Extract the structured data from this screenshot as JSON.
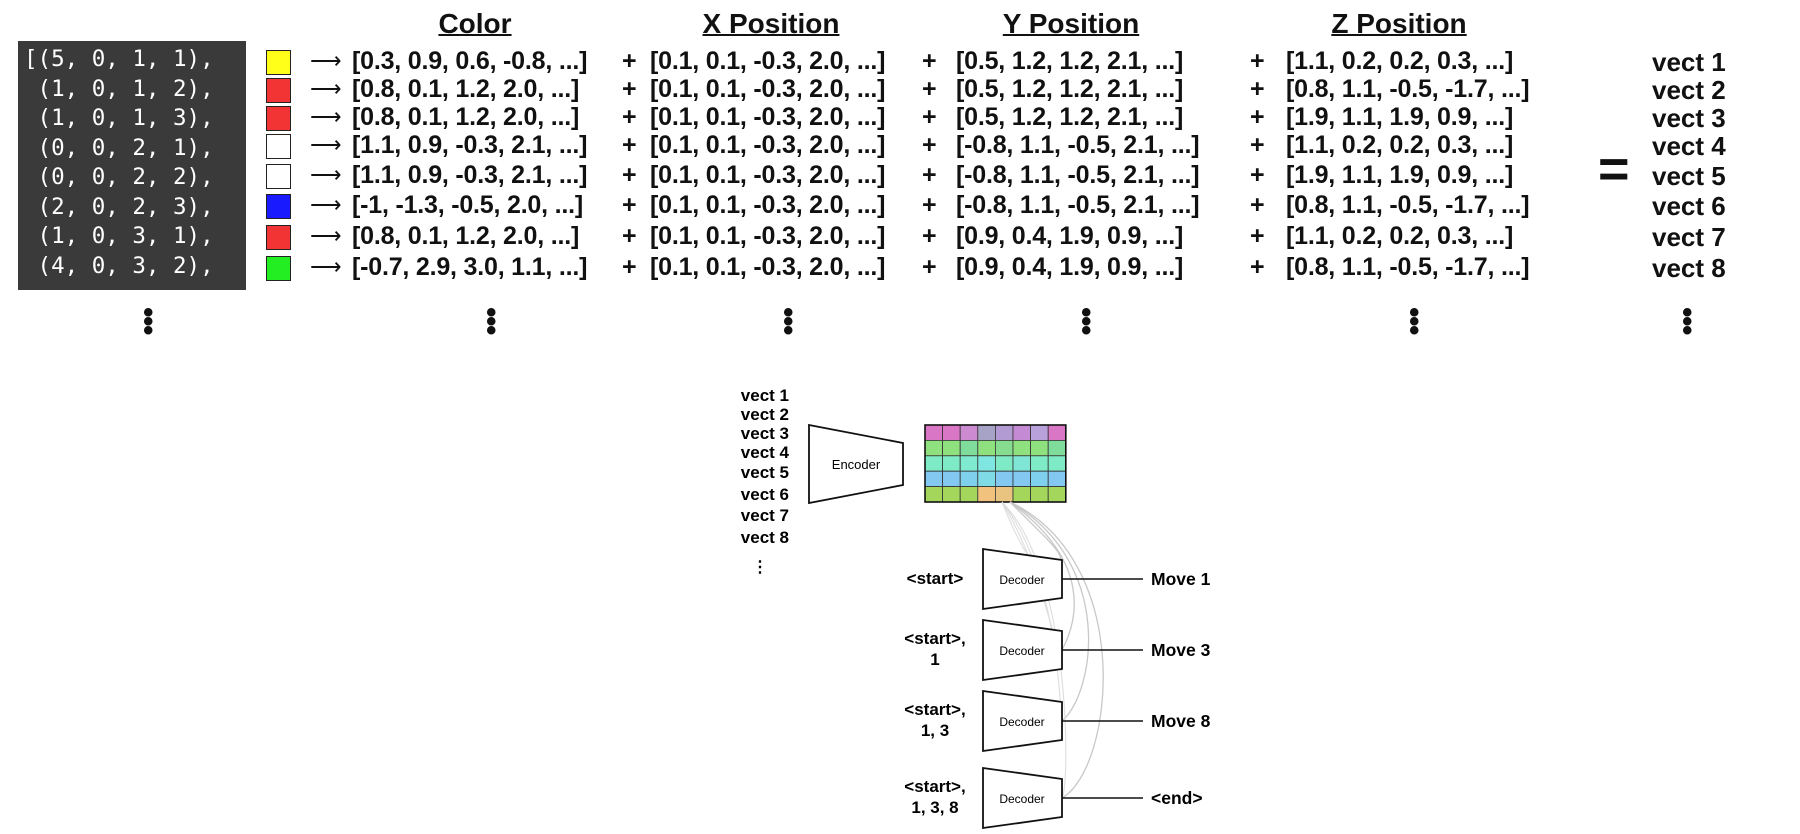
{
  "headers": {
    "color": "Color",
    "x": "X Position",
    "y": "Y Position",
    "z": "Z Position"
  },
  "input_lines": [
    "[(5, 0, 1, 1),",
    " (1, 0, 1, 2),",
    " (1, 0, 1, 3),",
    " (0, 0, 2, 1),",
    " (0, 0, 2, 2),",
    " (2, 0, 2, 3),",
    " (1, 0, 3, 1),",
    " (4, 0, 3, 2),"
  ],
  "rows": [
    {
      "swatch_color": "#ffff1a",
      "color": "[0.3, 0.9, 0.6, -0.8, ...]",
      "x": "[0.1, 0.1, -0.3, 2.0, ...]",
      "y": "[0.5, 1.2, 1.2, 2.1, ...]",
      "z": "[1.1, 0.2, 0.2, 0.3, ...]",
      "label": "vect 1"
    },
    {
      "swatch_color": "#f23434",
      "color": "[0.8, 0.1, 1.2, 2.0, ...]",
      "x": "[0.1, 0.1, -0.3, 2.0, ...]",
      "y": "[0.5, 1.2, 1.2, 2.1, ...]",
      "z": "[0.8, 1.1, -0.5, -1.7, ...]",
      "label": "vect 2"
    },
    {
      "swatch_color": "#f23434",
      "color": "[0.8, 0.1, 1.2, 2.0, ...]",
      "x": "[0.1, 0.1, -0.3, 2.0, ...]",
      "y": "[0.5, 1.2, 1.2, 2.1, ...]",
      "z": "[1.9, 1.1, 1.9, 0.9, ...]",
      "label": "vect 3"
    },
    {
      "swatch_color": "#ffffff",
      "color": "[1.1, 0.9, -0.3, 2.1, ...]",
      "x": "[0.1, 0.1, -0.3, 2.0, ...]",
      "y": "[-0.8, 1.1, -0.5, 2.1, ...]",
      "z": "[1.1, 0.2, 0.2, 0.3, ...]",
      "label": "vect 4"
    },
    {
      "swatch_color": "#ffffff",
      "color": "[1.1, 0.9, -0.3, 2.1, ...]",
      "x": "[0.1, 0.1, -0.3, 2.0, ...]",
      "y": "[-0.8, 1.1, -0.5, 2.1, ...]",
      "z": "[1.9, 1.1, 1.9, 0.9, ...]",
      "label": "vect 5"
    },
    {
      "swatch_color": "#1a1aff",
      "color": "[-1, -1.3, -0.5, 2.0, ...]",
      "x": "[0.1, 0.1, -0.3, 2.0, ...]",
      "y": "[-0.8, 1.1, -0.5, 2.1, ...]",
      "z": "[0.8, 1.1, -0.5, -1.7, ...]",
      "label": "vect 6"
    },
    {
      "swatch_color": "#f23434",
      "color": "[0.8, 0.1, 1.2, 2.0, ...]",
      "x": "[0.1, 0.1, -0.3, 2.0, ...]",
      "y": "[0.9, 0.4, 1.9, 0.9, ...]",
      "z": "[1.1, 0.2, 0.2, 0.3, ...]",
      "label": "vect 7"
    },
    {
      "swatch_color": "#22ee22",
      "color": "[-0.7, 2.9, 3.0, 1.1, ...]",
      "x": "[0.1, 0.1, -0.3, 2.0, ...]",
      "y": "[0.9, 0.4, 1.9, 0.9, ...]",
      "z": "[0.8, 1.1, -0.5, -1.7, ...]",
      "label": "vect 8"
    }
  ],
  "plus_sign": "+",
  "arrow": "⟶",
  "equals_sign": "=",
  "ellipsis": "⋮",
  "encoder": {
    "inputs": [
      "vect 1",
      "vect 2",
      "vect 3",
      "vect 4",
      "vect 5",
      "vect 6",
      "vect 7",
      "vect 8"
    ],
    "label": "Encoder",
    "grid_colors": [
      [
        "#d977c6",
        "#d977c6",
        "#cc8bd0",
        "#a7a3c6",
        "#b29bd3",
        "#c48bd4",
        "#b9a1dc",
        "#d977c6"
      ],
      [
        "#8fe07e",
        "#8fe07e",
        "#7fdc9a",
        "#8fe07e",
        "#86dd90",
        "#8fe07e",
        "#8fe07e",
        "#7fdc9a"
      ],
      [
        "#7eeac6",
        "#7eeac6",
        "#80ead0",
        "#7fe6e2",
        "#7eeac6",
        "#7fe6d6",
        "#7eeac6",
        "#7eeac6"
      ],
      [
        "#83c8f0",
        "#83c8f0",
        "#7fd0ec",
        "#7fdce6",
        "#83c8f0",
        "#83c8f0",
        "#7fd0ec",
        "#83c8f0"
      ],
      [
        "#a3d65a",
        "#a3d65a",
        "#a3d65a",
        "#f0c27e",
        "#e8c480",
        "#a3d65a",
        "#a3d65a",
        "#a3d65a"
      ]
    ]
  },
  "decoders": [
    {
      "input_lines": [
        "<start>"
      ],
      "label": "Decoder",
      "output": "Move 1"
    },
    {
      "input_lines": [
        "<start>,",
        "1"
      ],
      "label": "Decoder",
      "output": "Move 3"
    },
    {
      "input_lines": [
        "<start>,",
        "1, 3"
      ],
      "label": "Decoder",
      "output": "Move 8"
    },
    {
      "input_lines": [
        "<start>,",
        "1, 3, 8"
      ],
      "label": "Decoder",
      "output": "<end>"
    }
  ]
}
